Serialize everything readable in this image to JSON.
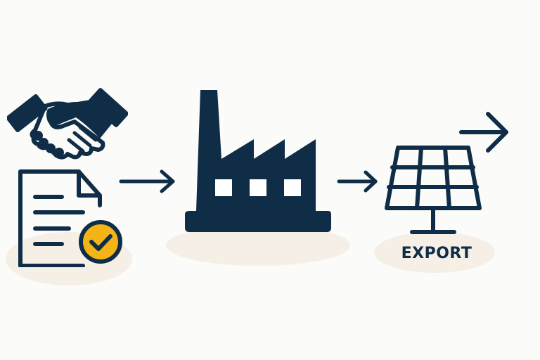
{
  "diagram": {
    "title": "",
    "nodes": [
      {
        "id": "agreement",
        "icon": "handshake-icon",
        "description": "Agreement / partnership"
      },
      {
        "id": "contract",
        "icon": "approved-document-icon",
        "description": "Approved contract document with checkmark badge"
      },
      {
        "id": "factory",
        "icon": "factory-icon",
        "description": "Manufacturing facility"
      },
      {
        "id": "solar",
        "icon": "solar-panel-icon",
        "description": "Solar panel product",
        "label": "EXPORT"
      }
    ],
    "edges": [
      {
        "from": "contract",
        "to": "factory",
        "icon": "arrow-right-icon"
      },
      {
        "from": "factory",
        "to": "solar",
        "icon": "arrow-right-icon"
      },
      {
        "from": "solar",
        "to": "outbound",
        "icon": "arrow-right-icon"
      }
    ],
    "labels": {
      "export": "EXPORT"
    }
  },
  "colors": {
    "primary": "#0f2d46",
    "accent": "#f5b416",
    "background": "#fbfbf9",
    "shadow": "#f5efe6"
  }
}
